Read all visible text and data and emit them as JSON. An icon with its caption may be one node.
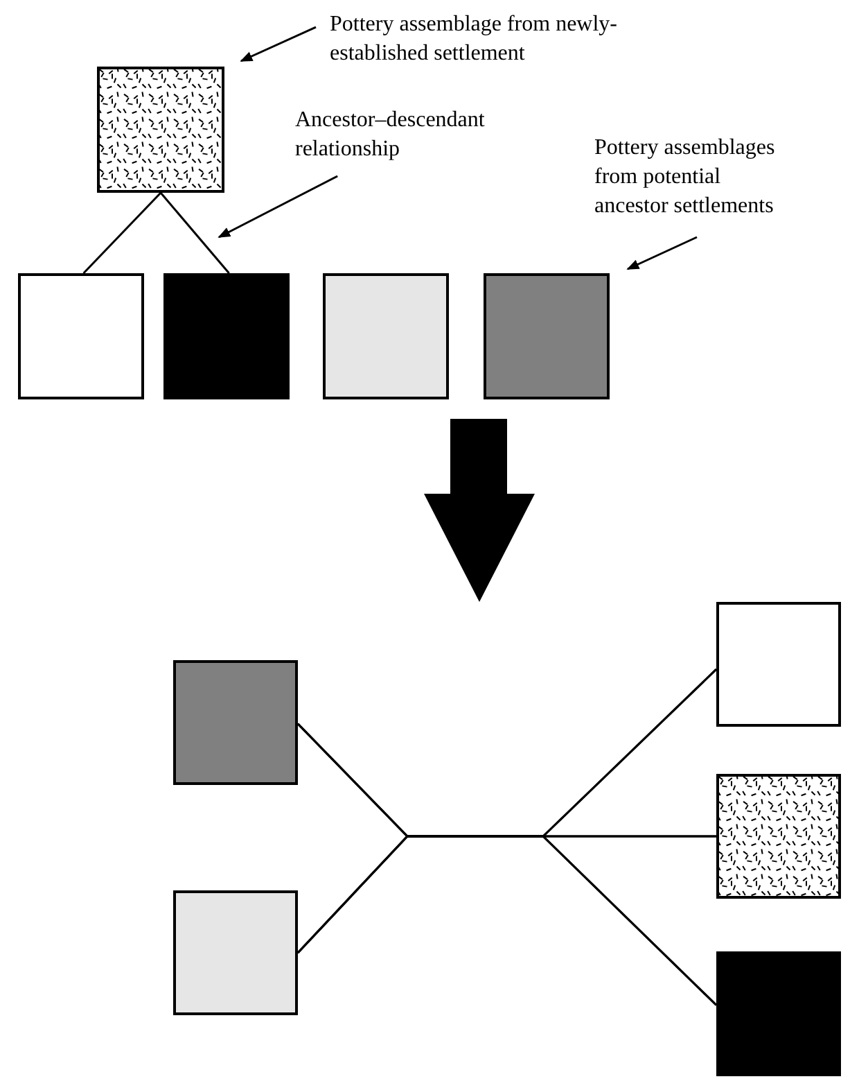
{
  "diagram": {
    "nodes": [
      {
        "text": [
          "Pottery assemblage from newly-established settlement"
        ]
      },
      {
        "text": [],
        "shape": "box"
      },
      {
        "text": [
          "Ancestor–descendant relationship"
        ]
      },
      {
        "text": [
          "Pottery assemblages from potential ancestor settlements"
        ]
      },
      {
        "text": [],
        "shape": "box"
      },
      {
        "text": [],
        "shape": "box"
      },
      {
        "text": [],
        "shape": "box"
      },
      {
        "text": [],
        "shape": "box"
      },
      {
        "text": [],
        "shape": "box"
      },
      {
        "text": [],
        "shape": "box"
      },
      {
        "text": [],
        "shape": "box"
      },
      {
        "text": [],
        "shape": "box"
      },
      {
        "text": [],
        "shape": "box"
      }
    ],
    "edges": [
      {
        "from": 0,
        "to": 1,
        "arrow": "to"
      },
      {
        "from": 2,
        "to": null,
        "arrow": "to"
      },
      {
        "from": 3,
        "to": 7,
        "arrow": "to"
      },
      {
        "from": 1,
        "to": 4,
        "arrow": "none"
      },
      {
        "from": 1,
        "to": 5,
        "arrow": "none"
      },
      {
        "from": 8,
        "to": 10,
        "arrow": "none"
      },
      {
        "from": 8,
        "to": 11,
        "arrow": "none"
      },
      {
        "from": 8,
        "to": 12,
        "arrow": "none"
      },
      {
        "from": 9,
        "to": 10,
        "arrow": "none"
      },
      {
        "from": 9,
        "to": 11,
        "arrow": "none"
      },
      {
        "from": 9,
        "to": 12,
        "arrow": "none"
      }
    ]
  }
}
